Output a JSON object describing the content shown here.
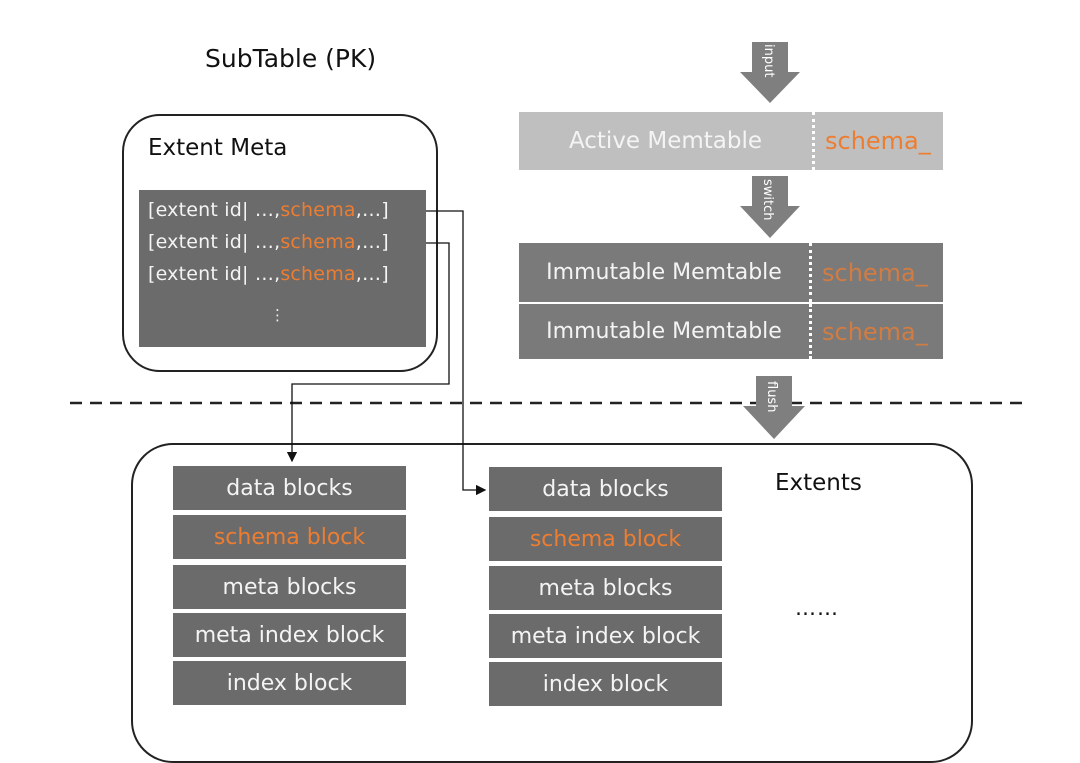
{
  "title": "SubTable (PK)",
  "extent_meta": {
    "title": "Extent Meta",
    "rows": [
      {
        "prefix": "[extent id|  …,",
        "schema": "schema",
        "suffix": ",…]"
      },
      {
        "prefix": "[extent id|  …,",
        "schema": "schema",
        "suffix": ",…]"
      },
      {
        "prefix": "[extent id|  …,",
        "schema": "schema",
        "suffix": ",…]"
      }
    ],
    "more": "⋮"
  },
  "memtables": {
    "active": {
      "label": "Active Memtable",
      "schema": "schema_"
    },
    "immutable": [
      {
        "label": "Immutable Memtable",
        "schema": "schema_"
      },
      {
        "label": "Immutable Memtable",
        "schema": "schema_"
      }
    ]
  },
  "arrows": {
    "input": "input",
    "switch": "switch",
    "flush": "flush"
  },
  "extents": {
    "title": "Extents",
    "more": "……",
    "columns": [
      {
        "blocks": [
          "data blocks",
          "schema block",
          "meta blocks",
          "meta index block",
          "index block"
        ]
      },
      {
        "blocks": [
          "data blocks",
          "schema block",
          "meta blocks",
          "meta index block",
          "index block"
        ]
      }
    ]
  },
  "colors": {
    "accent": "#ed7d31",
    "block": "#6b6b6b",
    "active": "#bfbfbf",
    "immutable": "#7a7a7a",
    "arrow": "#7f7f7f"
  }
}
